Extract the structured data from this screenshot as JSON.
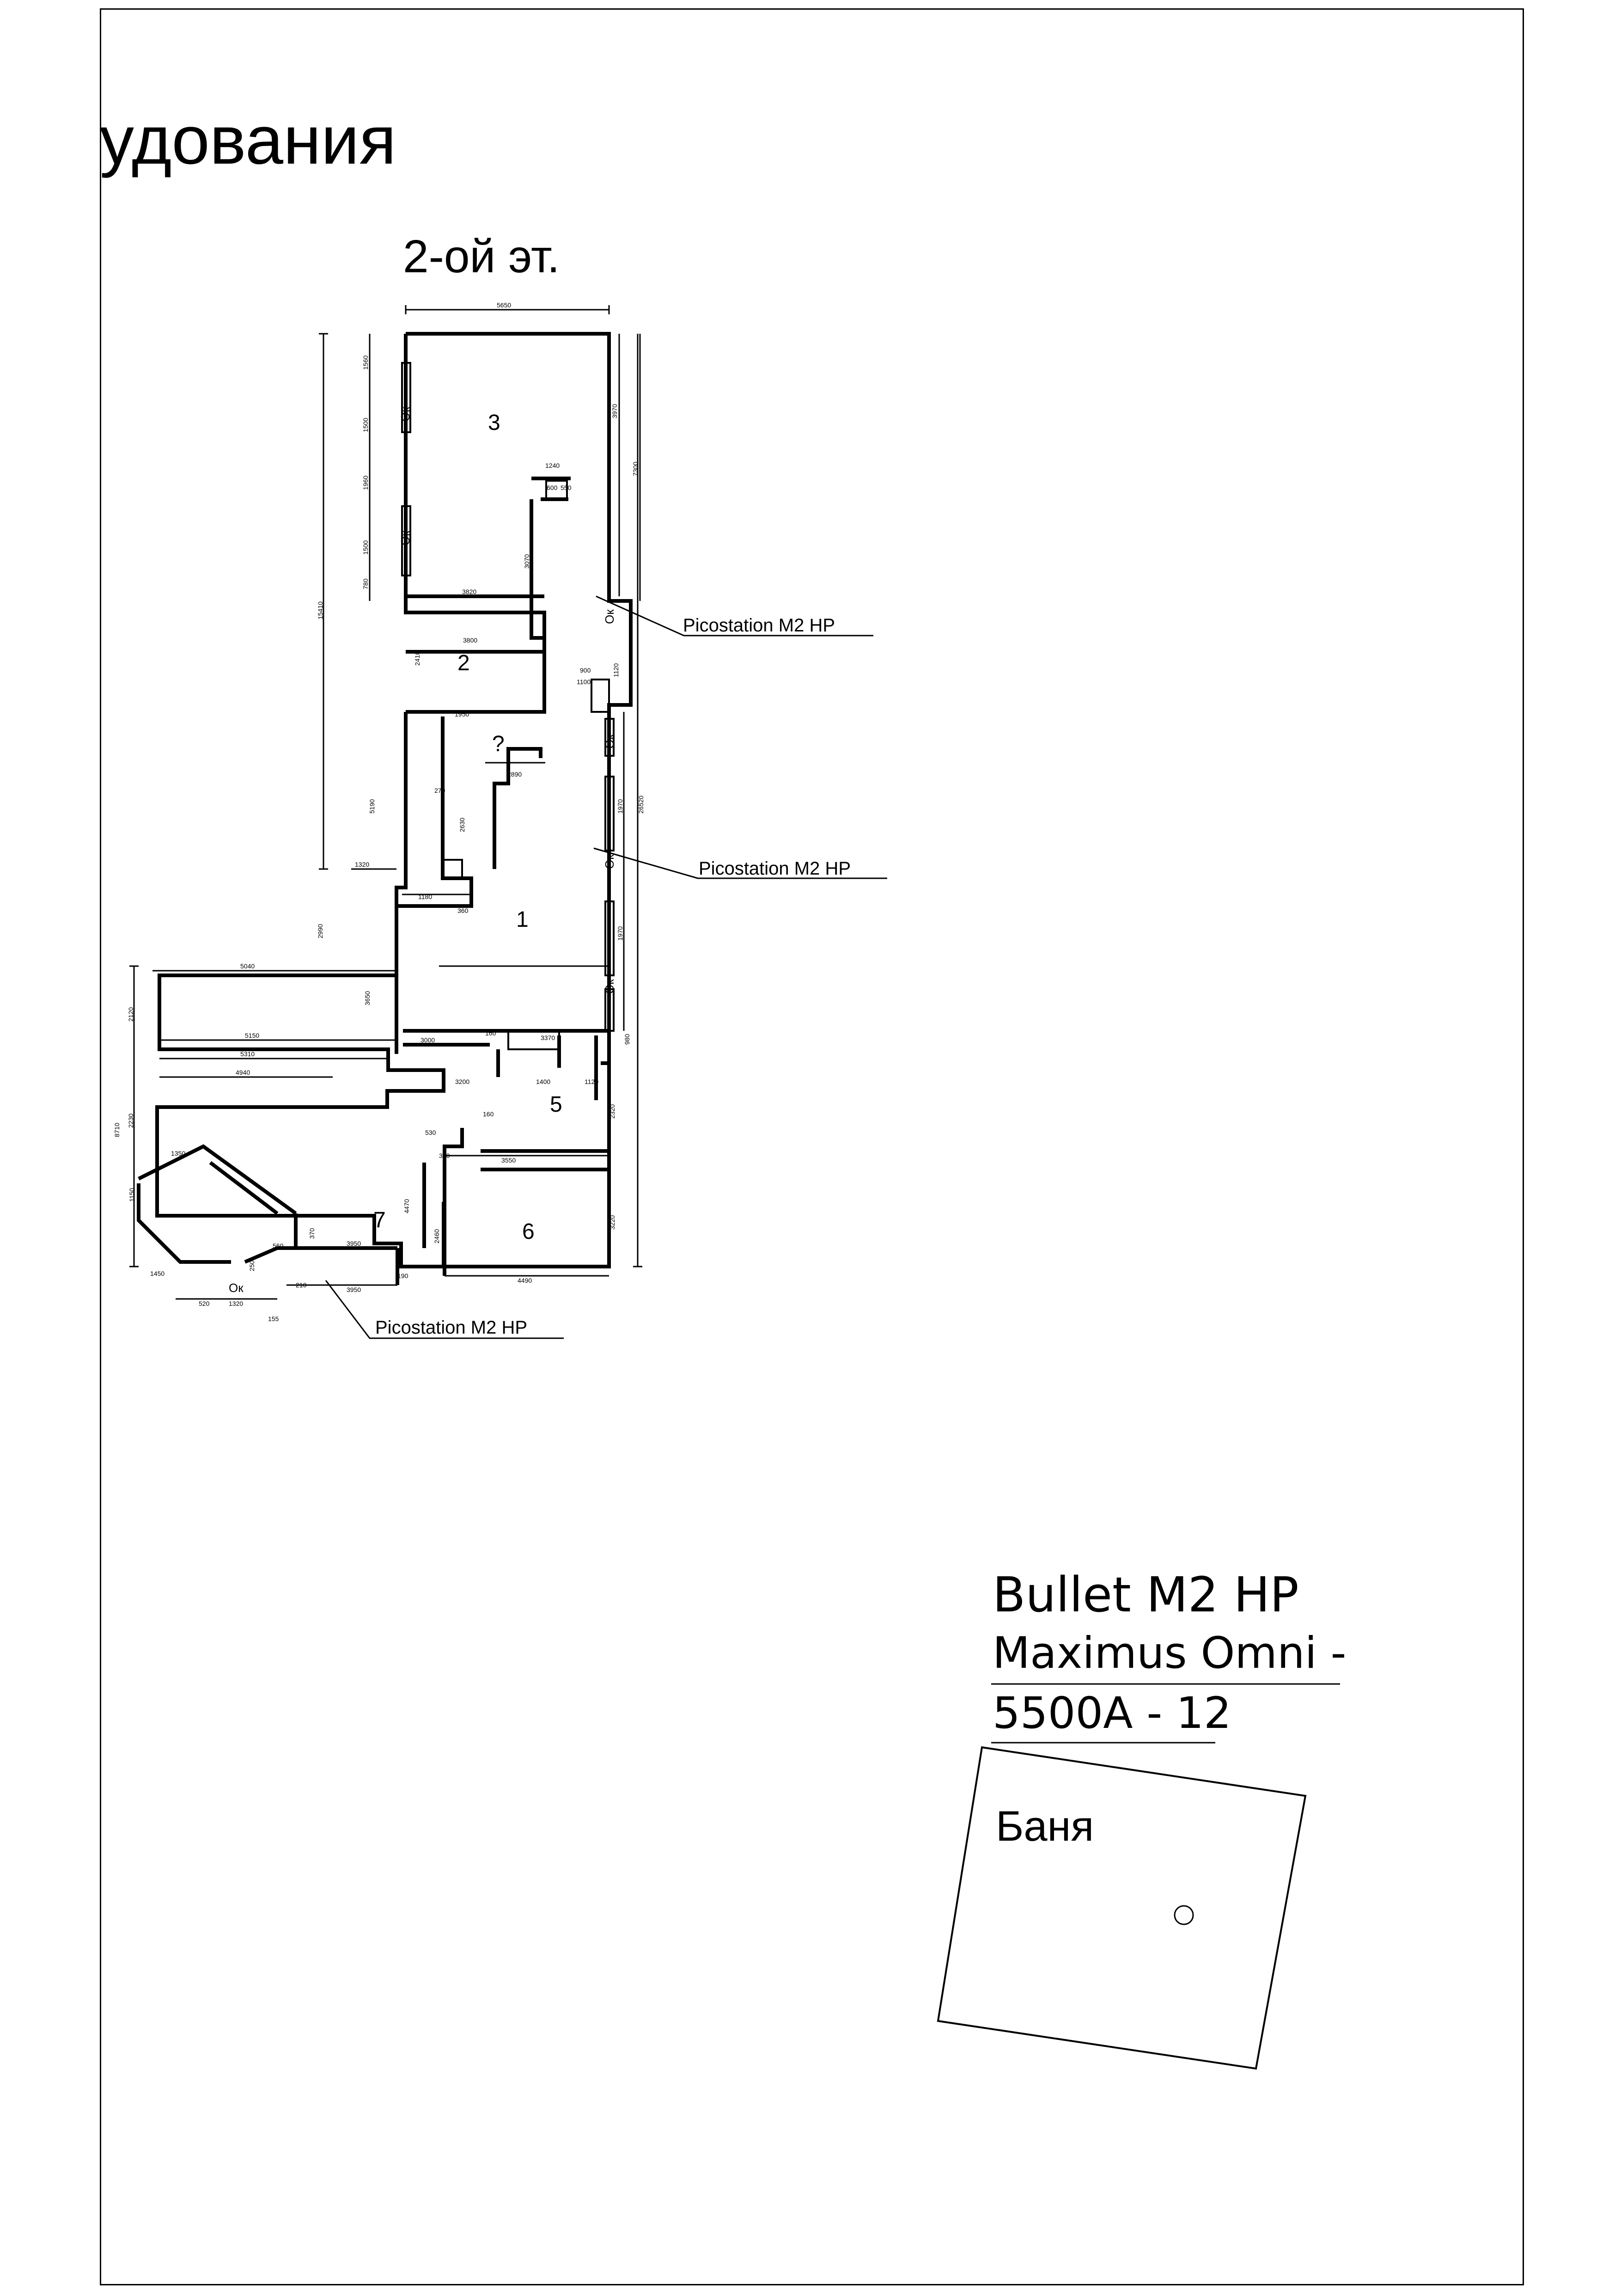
{
  "header": {
    "title_fragment": "удования",
    "floor_label": "2-ой эт."
  },
  "plan": {
    "rooms": [
      "3",
      "2",
      "?",
      "1",
      "5",
      "6",
      "7"
    ],
    "window_mark": "Ок",
    "ap_label": "Picostation M2 HP",
    "dimensions": {
      "d5650": "5650",
      "d3970": "3970",
      "d7300": "7300",
      "d15410": "15410",
      "d26520": "26520",
      "d1560": "1560",
      "d1500": "1500",
      "d1960": "1960",
      "d780": "780",
      "d3820": "3820",
      "d1240": "1240",
      "d600": "600",
      "d550": "550",
      "d3070": "3070",
      "d3800": "3800",
      "d2410": "2410",
      "d1120": "1120",
      "d900": "900",
      "d1100": "1100",
      "d1950": "1950",
      "d1970": "1970",
      "d2890": "2890",
      "d5190": "5190",
      "d2630": "2630",
      "d1320": "1320",
      "d1180": "1180",
      "d360": "360",
      "d2990": "2990",
      "d5040": "5040",
      "d3650": "3650",
      "d2120": "2120",
      "d5150": "5150",
      "d3000": "3000",
      "d3370": "3370",
      "d980": "980",
      "d5310": "5310",
      "d4940": "4940",
      "d3200": "3200",
      "d1400": "1400",
      "d2320": "2320",
      "d8710": "8710",
      "d2230": "2230",
      "d1350": "1350",
      "d3550": "3550",
      "d3220": "3220",
      "d4470": "4470",
      "d2460": "2460",
      "d3950": "3950",
      "d4490": "4490",
      "d1150": "1150",
      "d190": "190",
      "d520": "520",
      "d155": "155",
      "d210": "210",
      "d560": "560",
      "d370": "370",
      "d160": "160",
      "d530": "530",
      "d340": "340",
      "d270": "270",
      "d1450": "1450",
      "d250": "250"
    }
  },
  "legend": {
    "line1": "Bullet M2 HP",
    "line2": "Maximus Omni -",
    "line3": "5500A - 12"
  },
  "banya": {
    "label": "Баня"
  }
}
